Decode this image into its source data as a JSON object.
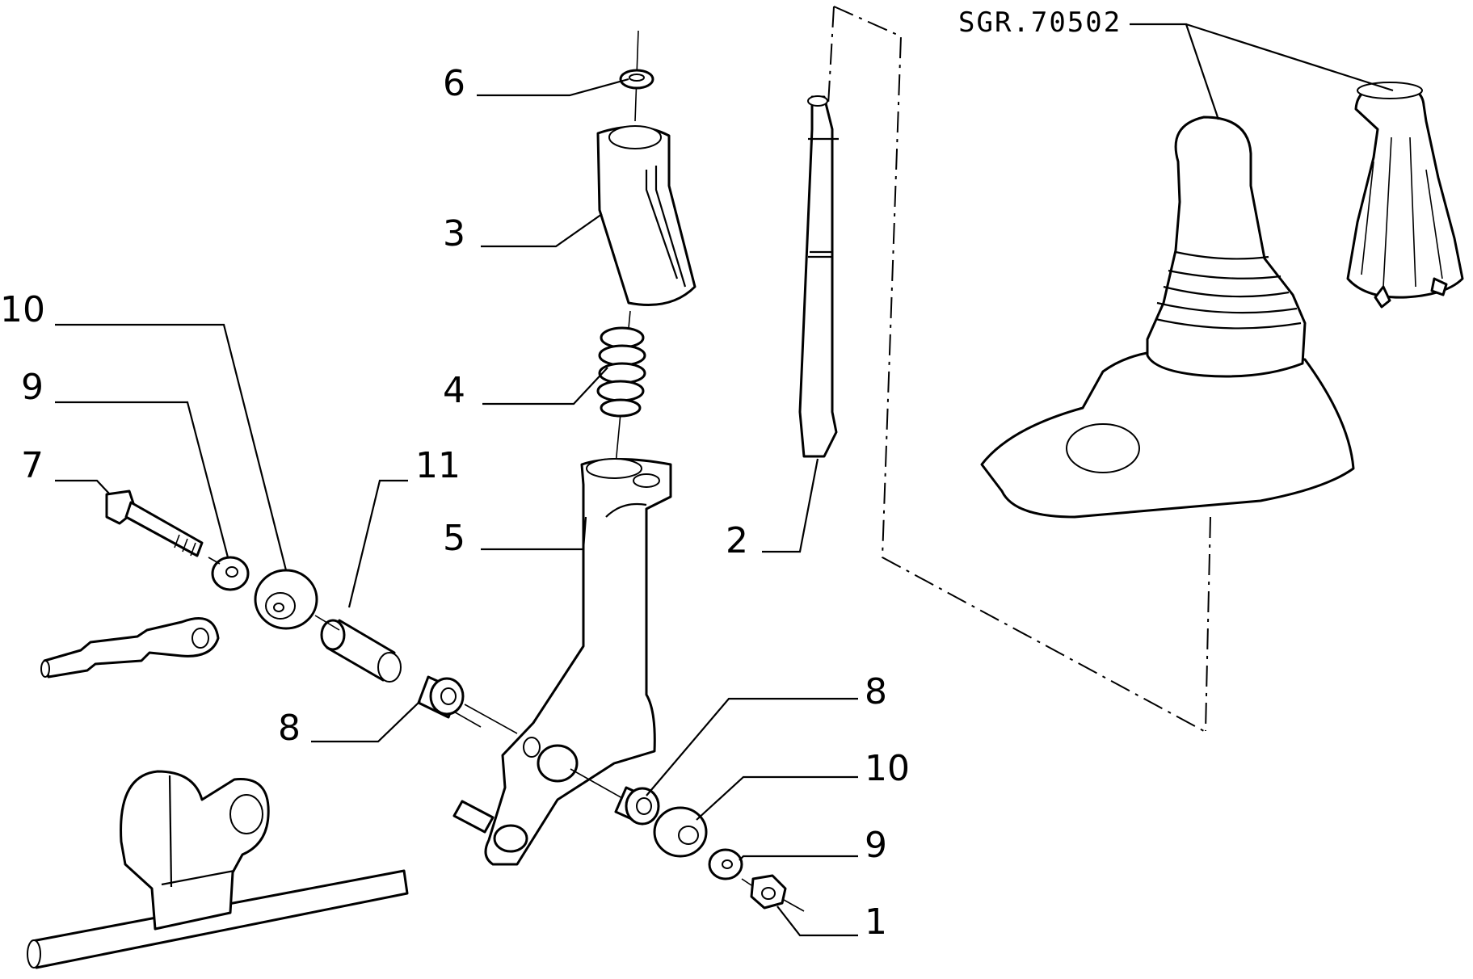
{
  "reference_code": "SGR.70502",
  "callouts": {
    "c1": "1",
    "c2": "2",
    "c3": "3",
    "c4": "4",
    "c5": "5",
    "c6": "6",
    "c7": "7",
    "c8a": "8",
    "c8b": "8",
    "c9a": "9",
    "c9b": "9",
    "c10a": "10",
    "c10b": "10",
    "c11": "11"
  }
}
